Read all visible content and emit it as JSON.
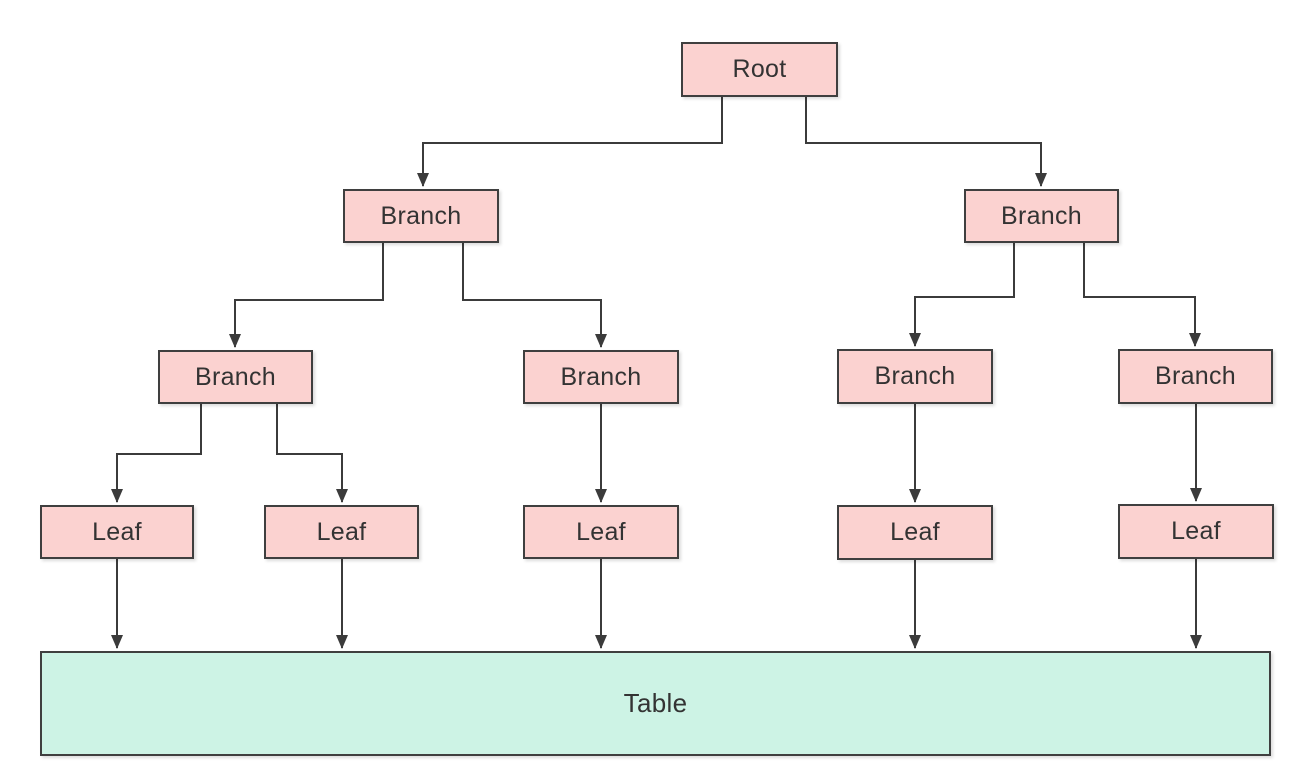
{
  "diagram": {
    "type": "tree-flowchart",
    "nodes": [
      {
        "id": "root",
        "label": "Root",
        "level": 0
      },
      {
        "id": "branch-left",
        "label": "Branch",
        "level": 1
      },
      {
        "id": "branch-right",
        "label": "Branch",
        "level": 1
      },
      {
        "id": "branch-left-1",
        "label": "Branch",
        "level": 2
      },
      {
        "id": "branch-left-2",
        "label": "Branch",
        "level": 2
      },
      {
        "id": "branch-right-1",
        "label": "Branch",
        "level": 2
      },
      {
        "id": "branch-right-2",
        "label": "Branch",
        "level": 2
      },
      {
        "id": "leaf-1",
        "label": "Leaf",
        "level": 3
      },
      {
        "id": "leaf-2",
        "label": "Leaf",
        "level": 3
      },
      {
        "id": "leaf-3",
        "label": "Leaf",
        "level": 3
      },
      {
        "id": "leaf-4",
        "label": "Leaf",
        "level": 3
      },
      {
        "id": "leaf-5",
        "label": "Leaf",
        "level": 3
      },
      {
        "id": "table",
        "label": "Table",
        "level": 4
      }
    ],
    "edges": [
      {
        "from": "root",
        "to": "branch-left"
      },
      {
        "from": "root",
        "to": "branch-right"
      },
      {
        "from": "branch-left",
        "to": "branch-left-1"
      },
      {
        "from": "branch-left",
        "to": "branch-left-2"
      },
      {
        "from": "branch-right",
        "to": "branch-right-1"
      },
      {
        "from": "branch-right",
        "to": "branch-right-2"
      },
      {
        "from": "branch-left-1",
        "to": "leaf-1"
      },
      {
        "from": "branch-left-1",
        "to": "leaf-2"
      },
      {
        "from": "branch-left-2",
        "to": "leaf-3"
      },
      {
        "from": "branch-right-1",
        "to": "leaf-4"
      },
      {
        "from": "branch-right-2",
        "to": "leaf-5"
      },
      {
        "from": "leaf-1",
        "to": "table"
      },
      {
        "from": "leaf-2",
        "to": "table"
      },
      {
        "from": "leaf-3",
        "to": "table"
      },
      {
        "from": "leaf-4",
        "to": "table"
      },
      {
        "from": "leaf-5",
        "to": "table"
      }
    ],
    "colors": {
      "node_fill": "#fbd2d0",
      "node_border": "#3f3f3f",
      "table_fill": "#cdf3e5",
      "table_border": "#3f3f3f",
      "connector": "#3b3b3b",
      "text": "#333333",
      "background": "#ffffff"
    }
  }
}
